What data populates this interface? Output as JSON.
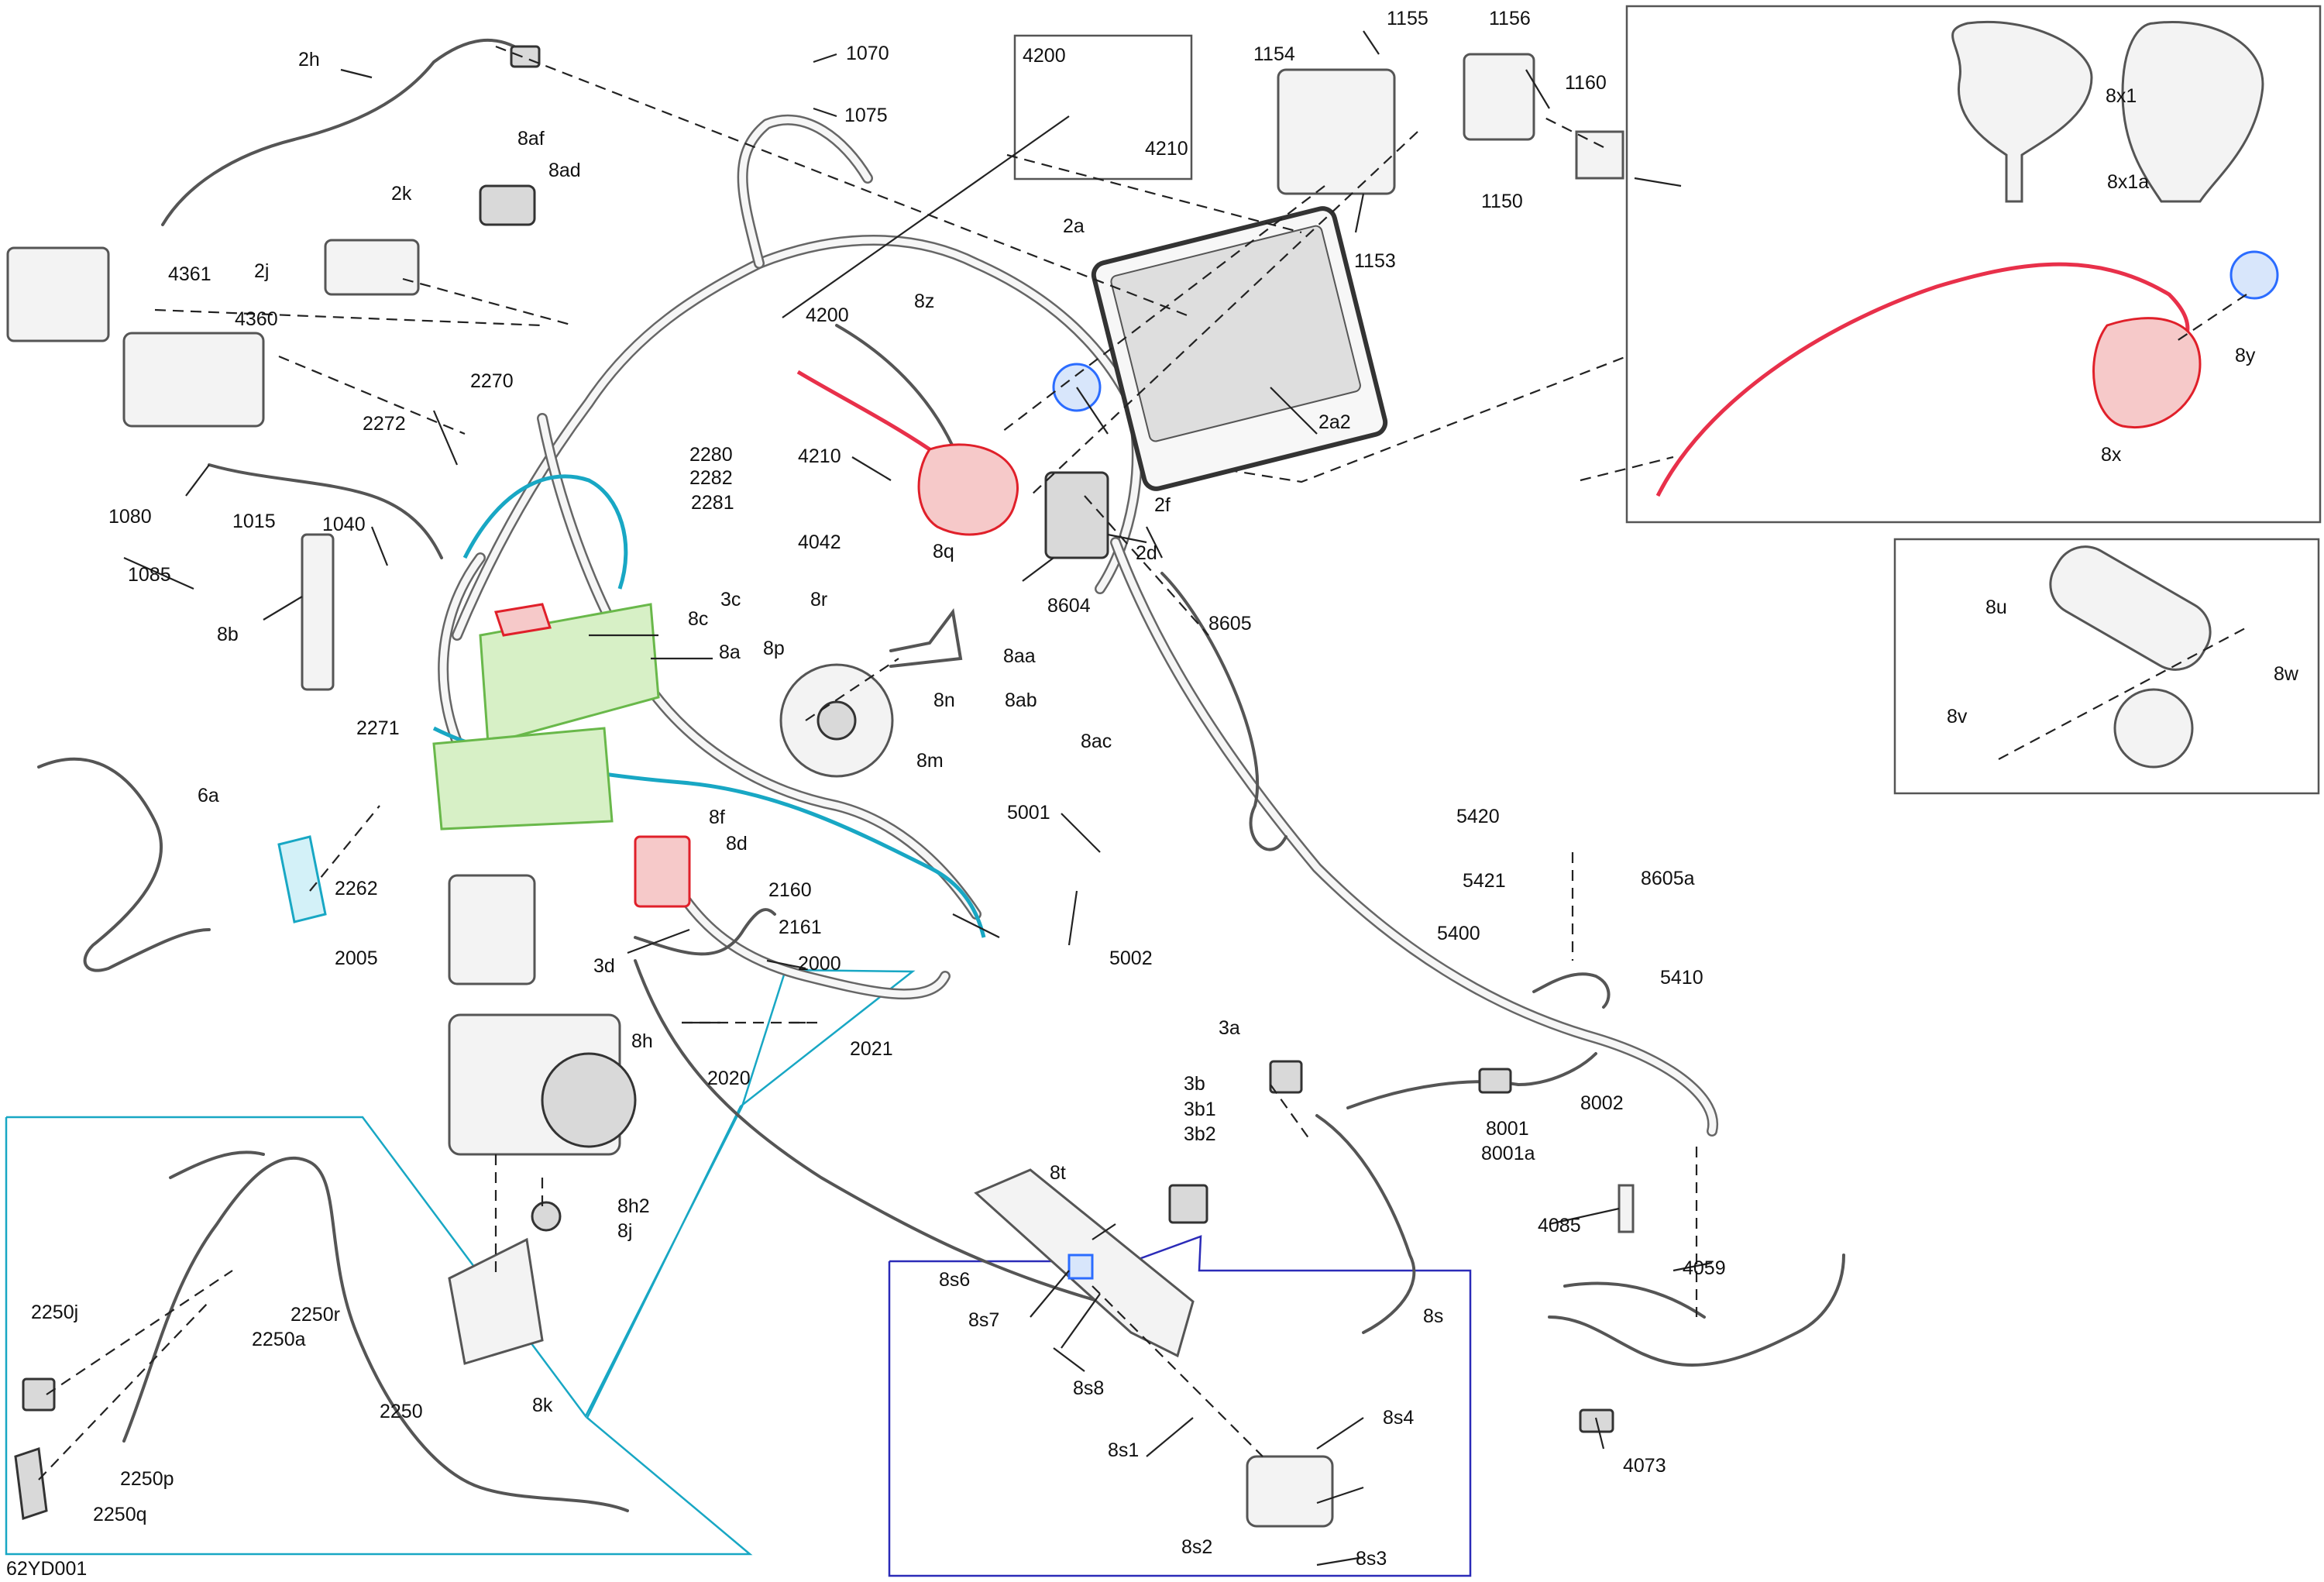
{
  "figure_code": "62YD001",
  "labels": [
    "2h",
    "1070",
    "1075",
    "4200",
    "4210",
    "1154",
    "1155",
    "1156",
    "1160",
    "1150",
    "1153",
    "8x1",
    "8x1a",
    "8y",
    "8x",
    "2k",
    "8af",
    "8ad",
    "2j",
    "2a",
    "2a2",
    "4361",
    "4360",
    "2272",
    "2270",
    "1080",
    "1015",
    "1085",
    "1040",
    "8b",
    "2280",
    "2282",
    "2281",
    "4200",
    "4210",
    "8z",
    "2f",
    "2d",
    "8q",
    "8604",
    "8605",
    "4042",
    "3c",
    "8c",
    "8a",
    "8r",
    "8p",
    "8aa",
    "8n",
    "8ab",
    "8m",
    "8ac",
    "8u",
    "8w",
    "8v",
    "6a",
    "2271",
    "2262",
    "2005",
    "8f",
    "8d",
    "5001",
    "5002",
    "2160",
    "2161",
    "3d",
    "2000",
    "2020",
    "2021",
    "8h",
    "8h2",
    "8j",
    "8k",
    "5420",
    "5421",
    "8605a",
    "5400",
    "5410",
    "3a",
    "3b",
    "3b1",
    "3b2",
    "8001",
    "8001a",
    "8002",
    "4085",
    "4059",
    "4073",
    "8t",
    "8s6",
    "8s7",
    "8s8",
    "8s",
    "8s1",
    "8s4",
    "8s2",
    "8s3",
    "2250j",
    "2250r",
    "2250a",
    "2250",
    "2250p",
    "2250q"
  ],
  "colors": {
    "ink": "#222222",
    "red_highlight": "#e0202a",
    "blue_highlight": "#2b6cff",
    "cyan_highlight": "#18a7c4",
    "green_highlight": "#69b84a",
    "navy_frame": "#2b2bb8"
  }
}
